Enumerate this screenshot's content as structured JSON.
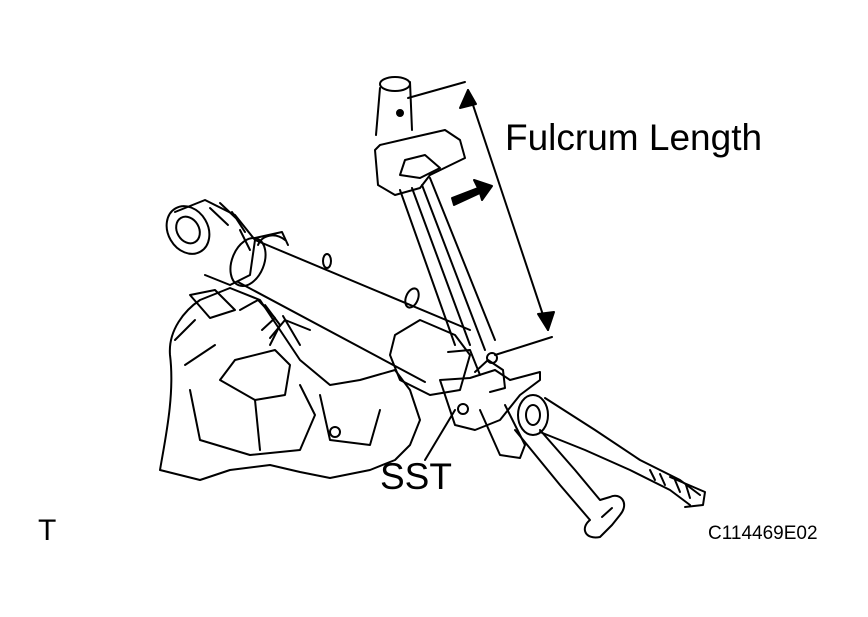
{
  "labels": {
    "fulcrum_length": "Fulcrum Length",
    "sst": "SST",
    "t_mark": "T",
    "figure_code": "C114469E02"
  },
  "colors": {
    "line": "#000000",
    "background": "#ffffff"
  }
}
